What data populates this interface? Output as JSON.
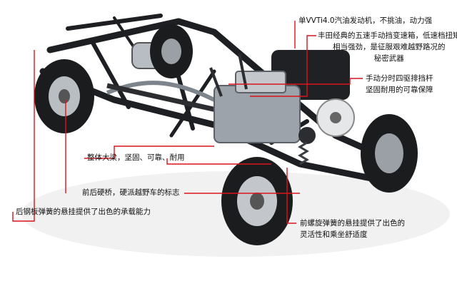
{
  "colors": {
    "leader_line": "#d9141b",
    "frame": "#1d1f22",
    "engine_block": "#9da3aa",
    "label_text": "#111111"
  },
  "callouts": {
    "engine": "单VVTi4.0汽油发动机，不挑油，动力强",
    "transmission": [
      "丰田经典的五速手动挡变速箱，低速档扭矩",
      "相当强劲，是征服艰难越野路况的",
      "秘密武器"
    ],
    "transfer_case": [
      "手动分时四驱排挡杆",
      "坚固耐用的可靠保障"
    ],
    "frame": "整体大梁，坚固、可靠、耐用",
    "axles": "前后硬桥，硬派越野车的标志",
    "rear_leaf_spring": "后钢板弹簧的悬挂提供了出色的承载能力",
    "front_coil_spring": [
      "前螺旋弹簧的悬挂提供了出色的",
      "灵活性和乘坐舒适度"
    ]
  }
}
